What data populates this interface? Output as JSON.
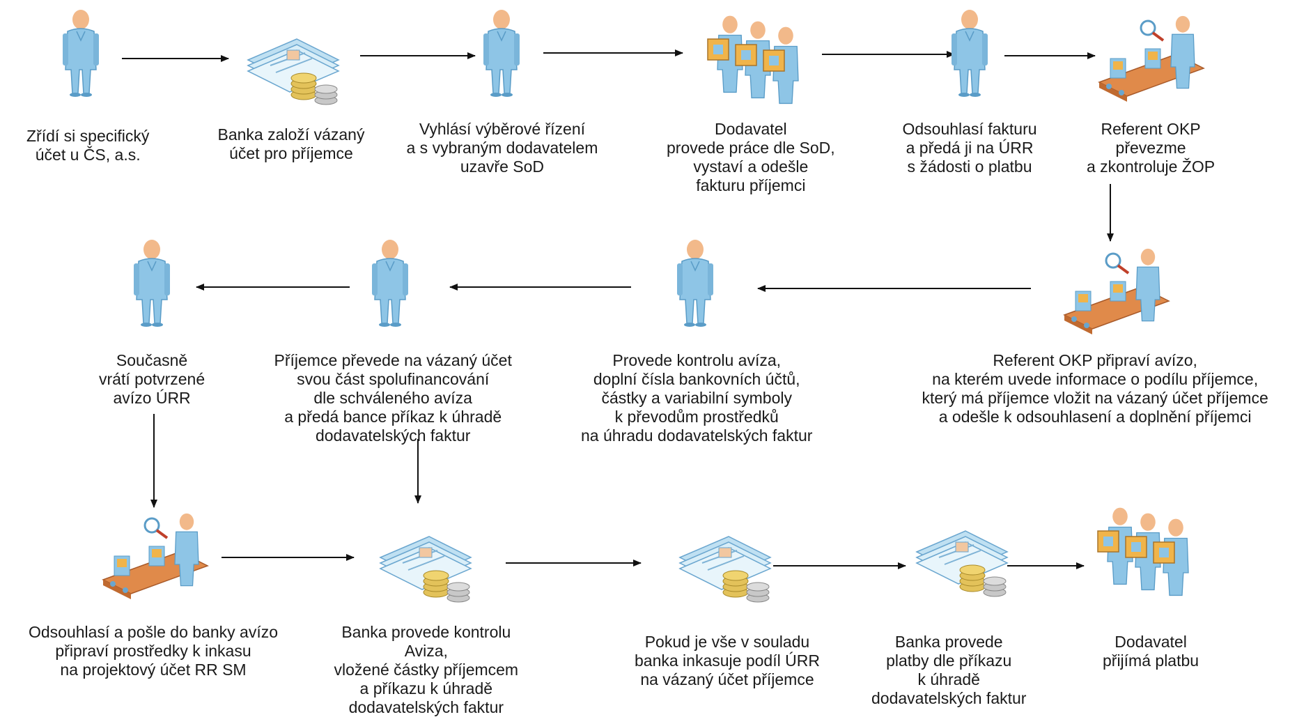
{
  "nodes": [
    {
      "id": "n1",
      "icon": "person-icon",
      "lines": [
        "Zřídí si specifický",
        "účet u ČS, a.s."
      ]
    },
    {
      "id": "n2",
      "icon": "bank-document-coins-icon",
      "lines": [
        "Banka založí vázaný",
        "účet pro příjemce"
      ]
    },
    {
      "id": "n3",
      "icon": "person-icon",
      "lines": [
        "Vyhlásí výběrové řízení",
        "a s vybraným dodavatelem",
        "uzavře SoD"
      ]
    },
    {
      "id": "n4",
      "icon": "supplier-workers-icon",
      "lines": [
        "Dodavatel",
        "provede práce dle SoD,",
        "vystaví a odešle",
        "fakturu příjemci"
      ]
    },
    {
      "id": "n5",
      "icon": "person-icon",
      "lines": [
        "Odsouhlasí fakturu",
        "a předá ji na ÚRR",
        "s žádosti o platbu"
      ]
    },
    {
      "id": "n6",
      "icon": "inspector-conveyor-icon",
      "lines": [
        "Referent OKP",
        "převezme",
        "a zkontroluje ŽOP"
      ]
    },
    {
      "id": "n7",
      "icon": "inspector-conveyor-icon",
      "lines": [
        "Referent OKP připraví avízo,",
        "na kterém uvede informace o podílu příjemce,",
        "který má příjemce vložit na vázaný účet příjemce",
        "a odešle k odsouhlasení a doplnění příjemci"
      ]
    },
    {
      "id": "n8",
      "icon": "person-icon",
      "lines": [
        "Provede kontrolu avíza,",
        "doplní čísla bankovních účtů,",
        "částky a variabilní symboly",
        "k převodům prostředků",
        "na úhradu dodavatelských faktur"
      ]
    },
    {
      "id": "n9",
      "icon": "person-icon",
      "lines": [
        "Příjemce převede na vázaný účet",
        "svou část spolufinancování",
        "dle schváleného avíza",
        "a předá bance příkaz k úhradě",
        "dodavatelských faktur"
      ]
    },
    {
      "id": "n10",
      "icon": "person-icon",
      "lines": [
        "Současně",
        "vrátí potvrzené",
        "avízo ÚRR"
      ]
    },
    {
      "id": "n11",
      "icon": "inspector-conveyor-icon",
      "lines": [
        "Odsouhlasí a pošle do banky avízo",
        "připraví prostředky k inkasu",
        "na projektový účet RR SM"
      ]
    },
    {
      "id": "n12",
      "icon": "bank-document-coins-icon",
      "lines": [
        "Banka provede kontrolu",
        "Aviza,",
        "vložené částky příjemcem",
        "a příkazu k úhradě",
        "dodavatelských faktur"
      ]
    },
    {
      "id": "n13",
      "icon": "bank-document-coins-icon",
      "lines": [
        "Pokud je vše v souladu",
        "banka inkasuje podíl ÚRR",
        "na vázaný účet příjemce"
      ]
    },
    {
      "id": "n14",
      "icon": "bank-document-coins-icon",
      "lines": [
        "Banka provede",
        "platby dle příkazu",
        "k úhradě",
        "dodavatelských faktur"
      ]
    },
    {
      "id": "n15",
      "icon": "supplier-workers-icon",
      "lines": [
        "Dodavatel",
        "přijímá platbu"
      ]
    }
  ],
  "edges": [
    [
      "n1",
      "n2"
    ],
    [
      "n2",
      "n3"
    ],
    [
      "n3",
      "n4"
    ],
    [
      "n4",
      "n5"
    ],
    [
      "n5",
      "n6"
    ],
    [
      "n6",
      "n7"
    ],
    [
      "n7",
      "n8"
    ],
    [
      "n8",
      "n9"
    ],
    [
      "n9",
      "n10"
    ],
    [
      "n10",
      "n11"
    ],
    [
      "n9",
      "n12"
    ],
    [
      "n11",
      "n12"
    ],
    [
      "n12",
      "n13"
    ],
    [
      "n13",
      "n14"
    ],
    [
      "n14",
      "n15"
    ]
  ],
  "colors": {
    "person_body": "#8ec5e6",
    "person_shade": "#5a9cc7",
    "skin": "#f2b98a",
    "coin": "#e3c25a",
    "silver": "#c8c8c8",
    "box": "#f0b44a",
    "conveyor": "#e08a4a",
    "paper": "#d9eef8",
    "arrow": "#111111"
  }
}
